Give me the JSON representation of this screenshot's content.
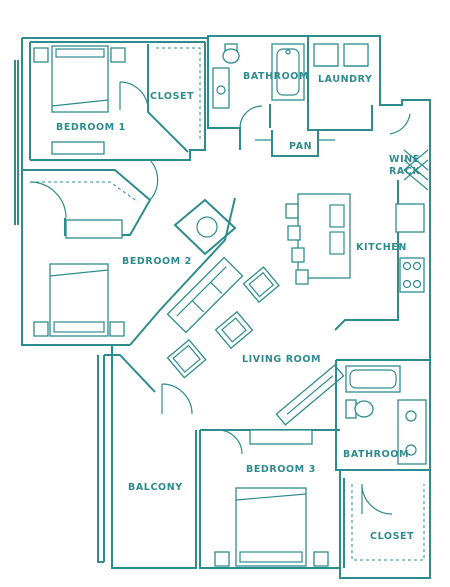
{
  "colors": {
    "line": "#2f8c8e",
    "background": "#ffffff"
  },
  "rooms": {
    "bedroom1": "BEDROOM 1",
    "closet1": "CLOSET",
    "bathroom1": "BATHROOM",
    "laundry": "LAUNDRY",
    "pan": "PAN",
    "wine_rack_line1": "WINE",
    "wine_rack_line2": "RACK",
    "kitchen": "KITCHEN",
    "bedroom2": "BEDROOM 2",
    "living_room": "LIVING ROOM",
    "bathroom2": "BATHROOM",
    "balcony": "BALCONY",
    "bedroom3": "BEDROOM 3",
    "closet2": "CLOSET"
  }
}
